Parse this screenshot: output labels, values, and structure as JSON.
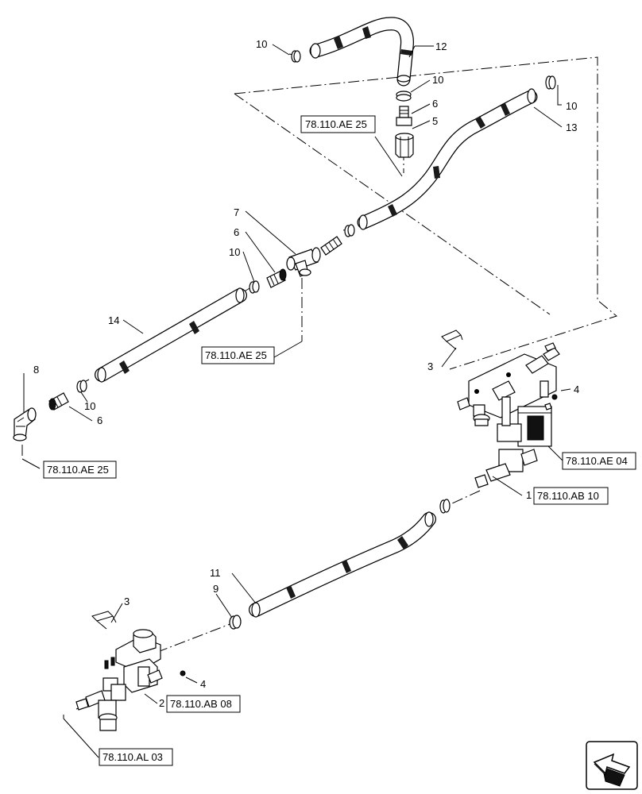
{
  "callouts": {
    "c10a": "10",
    "c12": "12",
    "c10b": "10",
    "c6a": "6",
    "c5": "5",
    "c10c": "10",
    "c13": "13",
    "c7": "7",
    "c6b": "6",
    "c10d": "10",
    "c14": "14",
    "c8": "8",
    "c10e": "10",
    "c6c": "6",
    "c3a": "3",
    "c4a": "4",
    "c1": "1",
    "c11": "11",
    "c9": "9",
    "c3b": "3",
    "c4b": "4",
    "c2": "2"
  },
  "refs": {
    "r1": "78.110.AE 25",
    "r2": "78.110.AE 25",
    "r3": "78.110.AE 25",
    "r4": "78.110.AE 04",
    "r5": "78.110.AB 10",
    "r6": "78.110.AB 08",
    "r7": "78.110.AL 03"
  },
  "nav_icon": "next-page-arrow-icon"
}
